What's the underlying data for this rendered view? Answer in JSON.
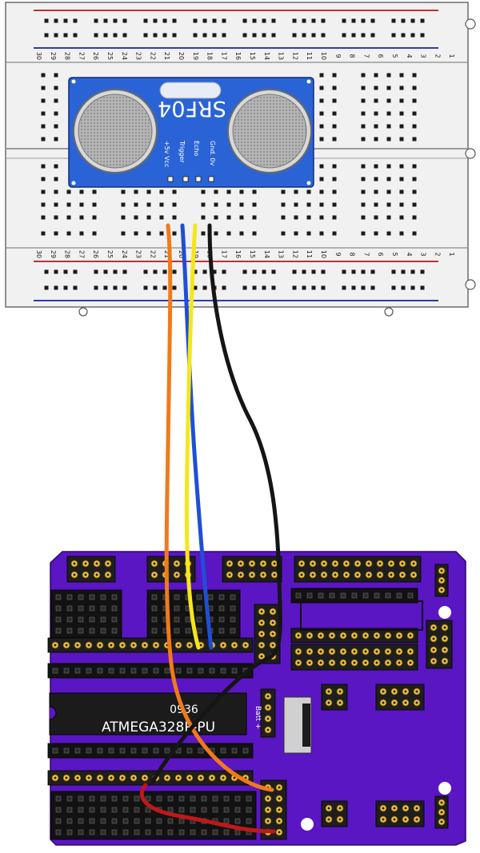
{
  "sensor": {
    "model": "SRF04",
    "pins": [
      "Gnd",
      "0v",
      "Echo",
      "Trigger",
      "+5v",
      "Vcc"
    ],
    "pin_lines": [
      "Gnd. 0v",
      "Echo",
      "Trigger",
      "+5v Vcc"
    ]
  },
  "chip": {
    "date_code": "0936",
    "part": "ATMEGA328P-PU"
  },
  "shield": {
    "power_label": "Batt +"
  },
  "breadboard": {
    "top_numbers": [
      "30",
      "29",
      "28",
      "27",
      "26",
      "25",
      "24",
      "23",
      "22",
      "21",
      "20",
      "19",
      "18",
      "17",
      "16",
      "15",
      "14",
      "13",
      "12",
      "11",
      "10",
      "9",
      "8",
      "7",
      "6",
      "5",
      "4",
      "3",
      "2",
      "1"
    ],
    "bottom_numbers": [
      "30",
      "29",
      "28",
      "27",
      "26",
      "25",
      "24",
      "23",
      "22",
      "21",
      "20",
      "19",
      "18",
      "17",
      "16",
      "15",
      "14",
      "13",
      "12",
      "11",
      "10",
      "9",
      "8",
      "7",
      "6",
      "5",
      "4",
      "3",
      "2",
      "1"
    ]
  },
  "wires": [
    {
      "name": "orange-wire",
      "color": "#f07a1a"
    },
    {
      "name": "blue-wire",
      "color": "#1f4fd6"
    },
    {
      "name": "yellow-wire",
      "color": "#f5e61a"
    },
    {
      "name": "black-wire",
      "color": "#151515"
    },
    {
      "name": "red-wire",
      "color": "#c01818"
    }
  ],
  "colors": {
    "board_purple": "#5a16c2",
    "sensor_blue": "#2a63d6",
    "rail_red": "#c03030",
    "rail_blue": "#2a3fa8"
  }
}
